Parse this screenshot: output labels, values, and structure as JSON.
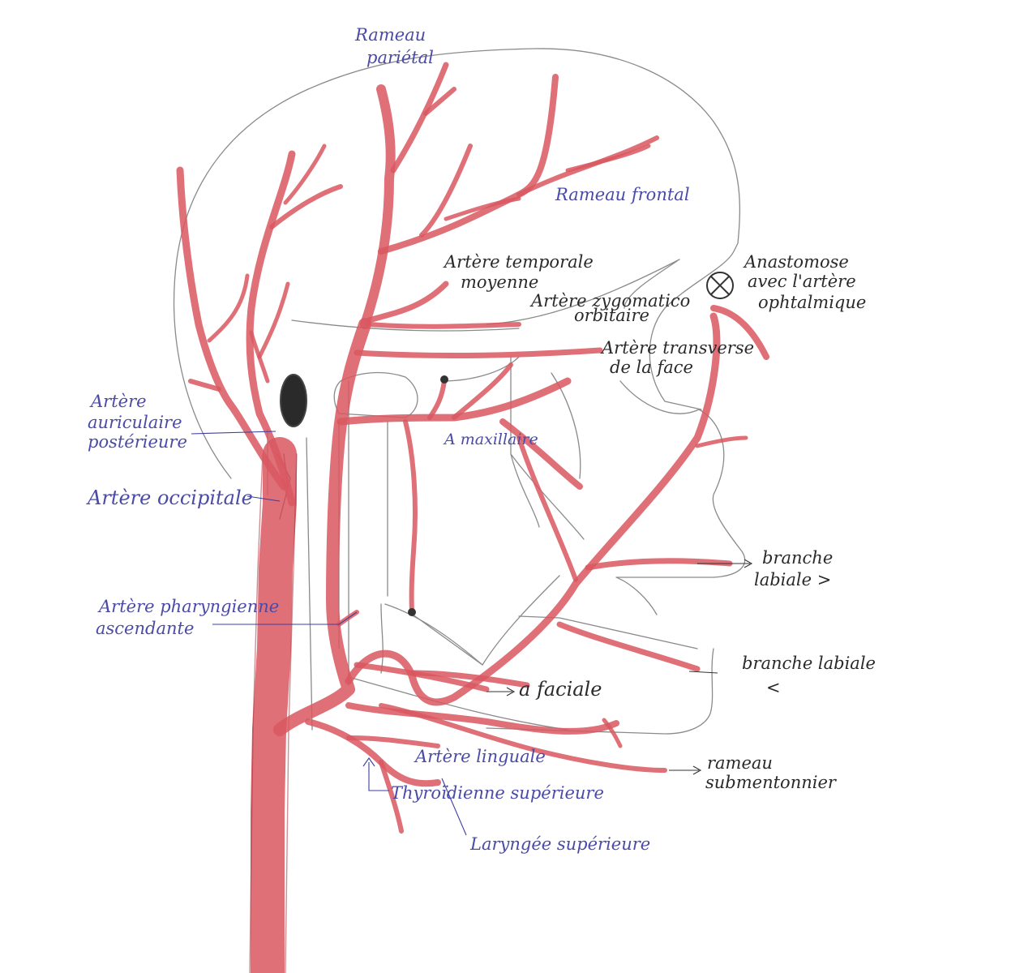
{
  "colors": {
    "artery": "#d9575f",
    "pencil": "#8a8a8a",
    "ink_blue": "#4a4aa8",
    "ink_dark": "#2a2a2a"
  },
  "labels": {
    "rameau_parietal": [
      "Rameau",
      "pariétal"
    ],
    "rameau_frontal": "Rameau frontal",
    "artere_temporale_moyenne": [
      "Artère temporale",
      "moyenne"
    ],
    "artere_zygomatico_orbitaire": [
      "Artère zygomatico",
      "orbitaire"
    ],
    "artere_transverse_face": [
      "Artère transverse",
      "de la face"
    ],
    "anastomose": [
      "Anastomose",
      "avec l'artère",
      "ophtalmique"
    ],
    "artere_auriculaire_posterieure": [
      "Artère",
      "auriculaire",
      "postérieure"
    ],
    "artere_occipitale": "Artère occipitale",
    "a_maxillaire": "A maxillaire",
    "artere_pharyngienne_ascendante": [
      "Artère pharyngienne",
      "ascendante"
    ],
    "branche_labiale_1": [
      "branche",
      "labiale >"
    ],
    "branche_labiale_2": [
      "branche labiale",
      "<"
    ],
    "a_faciale": "a faciale",
    "artere_linguale": "Artère linguale",
    "thyroidienne_superieure": "Thyroïdienne supérieure",
    "laryngee_superieure": "Laryngée supérieure",
    "rameau_submentonnier": [
      "rameau",
      "submentonnier"
    ]
  }
}
